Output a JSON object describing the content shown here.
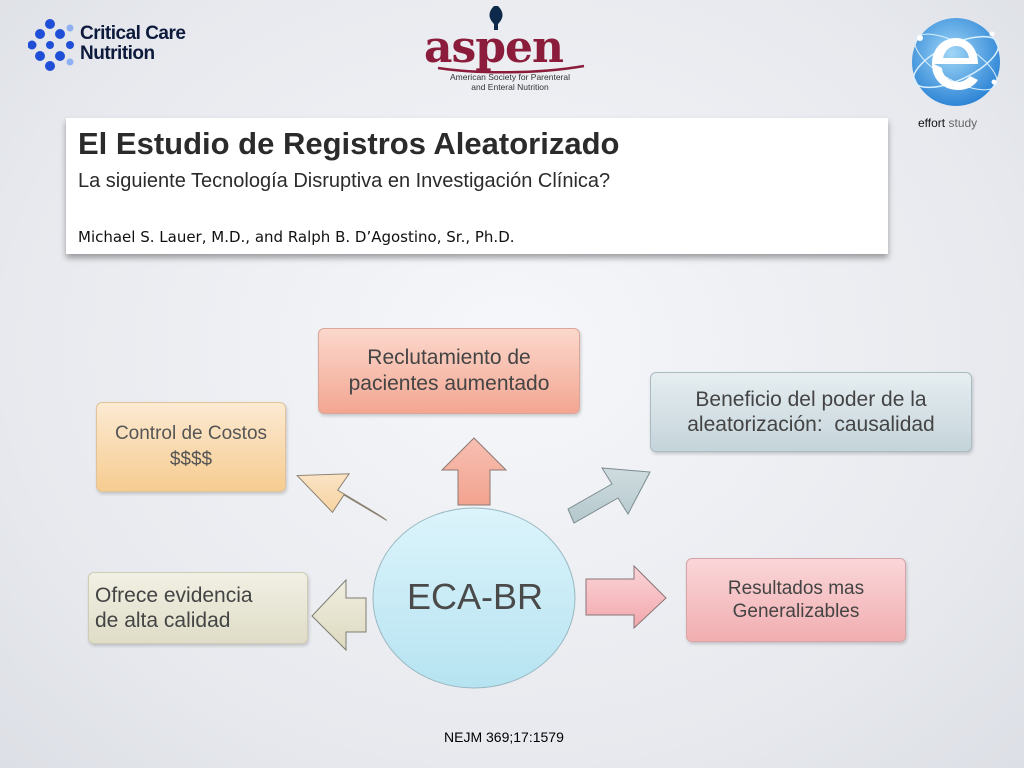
{
  "logos": {
    "critical_care_line1": "Critical Care",
    "critical_care_line2": "Nutrition",
    "aspen_word": "aspen",
    "aspen_sub_line1": "American Society for Parenteral",
    "aspen_sub_line2": "and Enteral Nutrition",
    "effort_bold": "effort",
    "effort_light": "study"
  },
  "header": {
    "title": "El Estudio de Registros Aleatorizado",
    "subtitle": "La siguiente Tecnología Disruptiva en Investigación Clínica?",
    "authors": "Michael S. Lauer, M.D., and Ralph B. D’Agostino, Sr., Ph.D."
  },
  "diagram": {
    "center": "ECA-BR",
    "top_line1": "Reclutamiento de",
    "top_line2": "pacientes aumentado",
    "right_line1": "Beneficio del poder de la",
    "right_line2": "aleatorización:  causalidad",
    "left_line1": "Control de Costos",
    "left_line2": "$$$$",
    "bottom_left_line1": "Ofrece evidencia",
    "bottom_left_line2": "de alta calidad",
    "bottom_right_line1": "Resultados mas",
    "bottom_right_line2": "Generalizables"
  },
  "colors": {
    "aspen": "#8c1c3b",
    "ccn_blue": "#1f4fd6",
    "effort_blue": "#3f9ee3",
    "top_box": "#f3a692",
    "right_box": "#c5d4da",
    "left_box": "#f6cc90",
    "bottom_left_box": "#dfddc7",
    "bottom_right_box": "#f1aeb1",
    "center_ellipse": "#c8ecf6"
  },
  "citation": "NEJM 369;17:1579"
}
